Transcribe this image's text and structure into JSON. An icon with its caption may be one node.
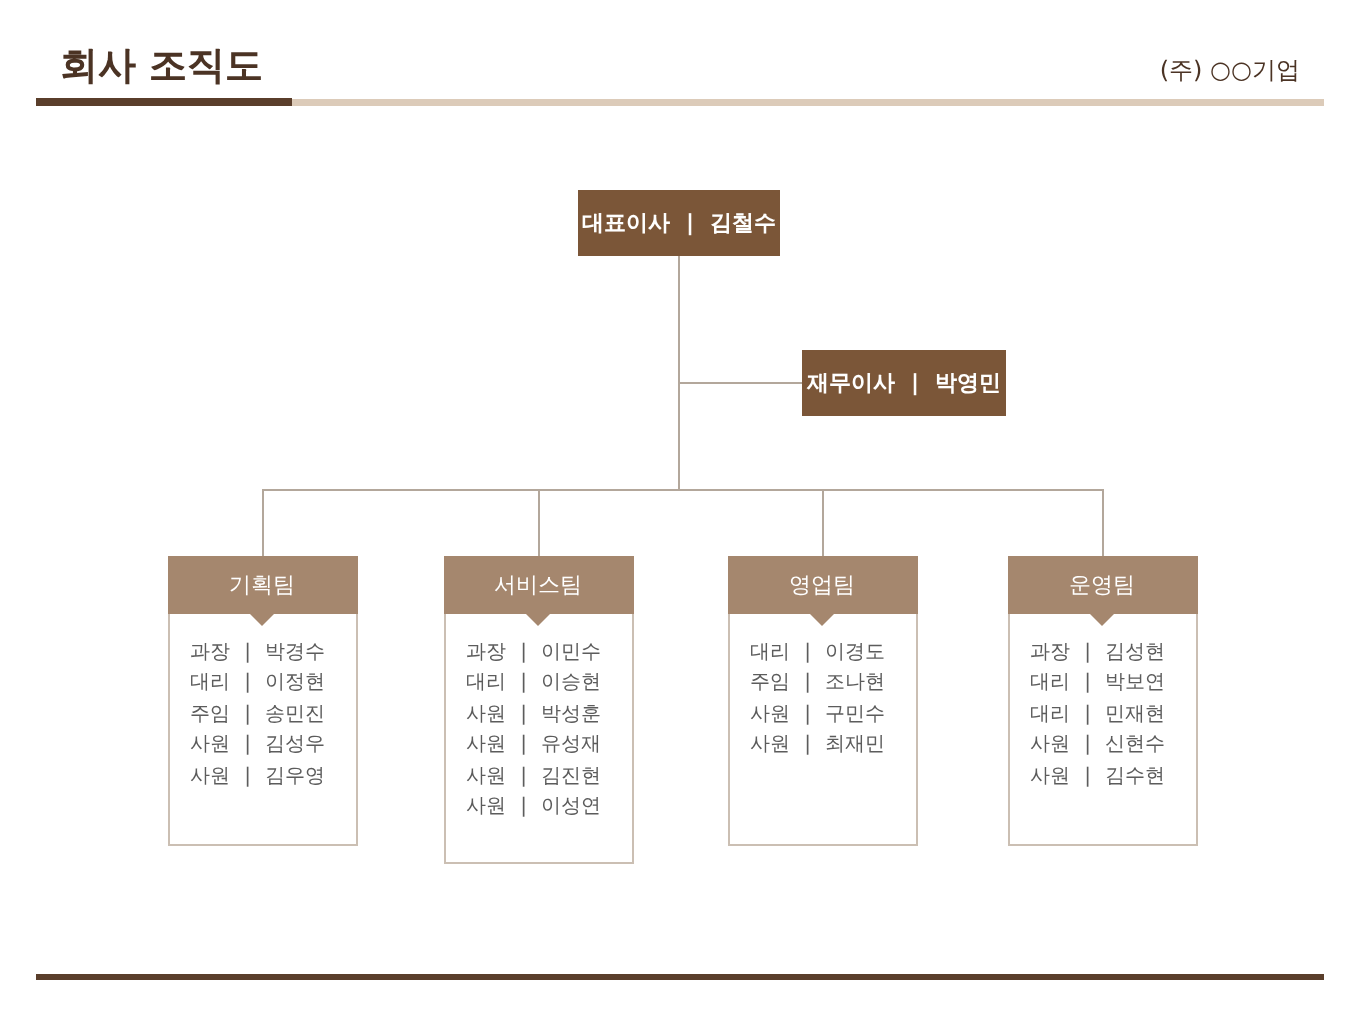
{
  "diagram": {
    "title": "회사 조직도",
    "nodes": [
      {
        "text": [
          "대표이사 | 김철수"
        ]
      },
      {
        "text": [
          "재무이사 | 박영민"
        ]
      },
      {
        "text": [
          "기획팀",
          "과장 | 박경수",
          "대리 | 이정현",
          "주임 | 송민진",
          "사원 | 김성우",
          "사원 | 김우영"
        ]
      },
      {
        "text": [
          "서비스팀",
          "과장 | 이민수",
          "대리 | 이승현",
          "사원 | 박성훈",
          "사원 | 유성재",
          "사원 | 김진현",
          "사원 | 이성연"
        ]
      },
      {
        "text": [
          "영업팀",
          "대리 | 이경도",
          "주임 | 조나현",
          "사원 | 구민수",
          "사원 | 최재민"
        ]
      },
      {
        "text": [
          "운영팀",
          "과장 | 김성현",
          "대리 | 박보연",
          "대리 | 민재현",
          "사원 | 신현수",
          "사원 | 김수현"
        ]
      }
    ],
    "edges": [
      {
        "from": 0,
        "to": 1,
        "arrow": "none"
      },
      {
        "from": 0,
        "to": 2,
        "arrow": "none"
      },
      {
        "from": 0,
        "to": 3,
        "arrow": "none"
      },
      {
        "from": 0,
        "to": 4,
        "arrow": "none"
      },
      {
        "from": 0,
        "to": 5,
        "arrow": "none"
      }
    ],
    "labels": [
      "(주) ○○기업"
    ]
  }
}
